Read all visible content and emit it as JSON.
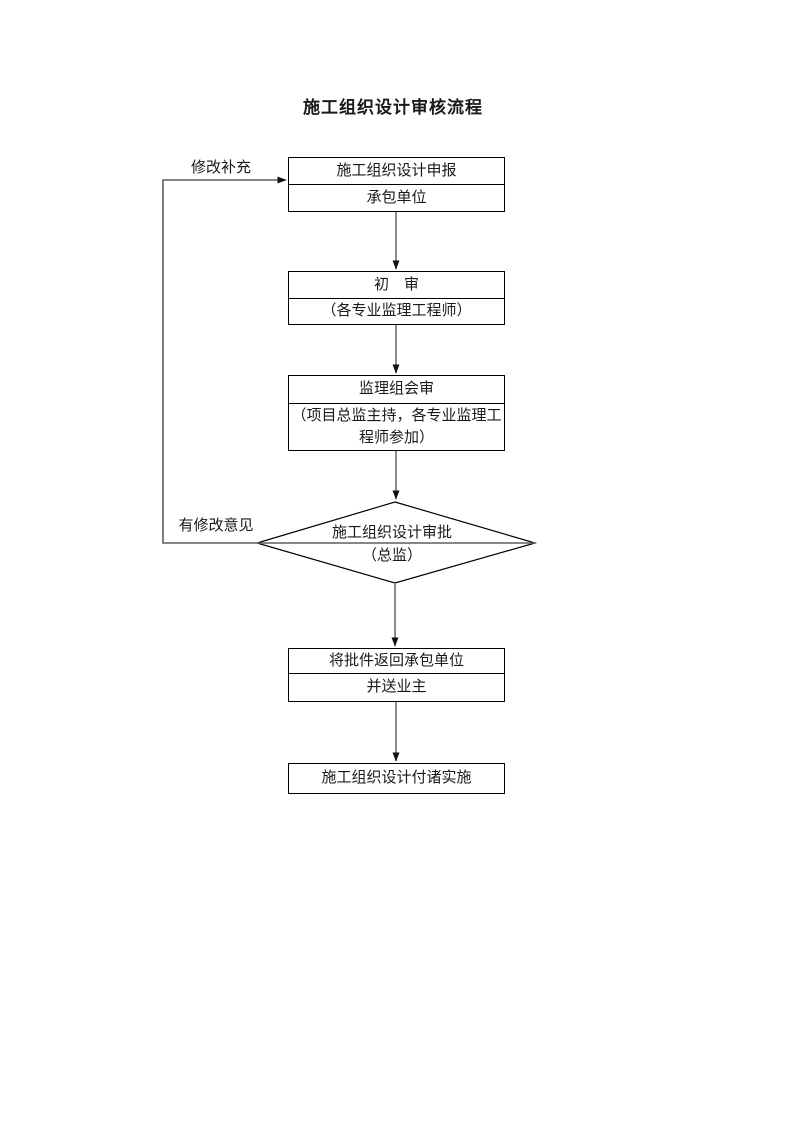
{
  "page": {
    "title": "施工组织设计审核流程"
  },
  "flowchart": {
    "nodes": [
      {
        "id": "shenbao",
        "shape": "rect",
        "line1": "施工组织设计申报",
        "line2": "承包单位"
      },
      {
        "id": "chushen",
        "shape": "rect",
        "line1": "初　审",
        "line2": "（各专业监理工程师）"
      },
      {
        "id": "huishen",
        "shape": "rect",
        "line1": "监理组会审",
        "line2": "（项目总监主持，各专业监理工程师参加）"
      },
      {
        "id": "shenpi",
        "shape": "diamond",
        "line1": "施工组织设计审批",
        "line2": "（总监）"
      },
      {
        "id": "fanhui",
        "shape": "rect",
        "line1": "将批件返回承包单位",
        "line2": "并送业主"
      },
      {
        "id": "shishi",
        "shape": "rect",
        "line1": "施工组织设计付诸实施"
      }
    ],
    "edge_labels": {
      "modify": "修改补充",
      "has_comments": "有修改意见"
    },
    "colors": {
      "box_border": "#000000",
      "arrow_shaft": "#7f7f7f",
      "feedback_line": "#5f5f5f",
      "arrow_head": "#111111",
      "text": "#1a1a1a"
    }
  }
}
